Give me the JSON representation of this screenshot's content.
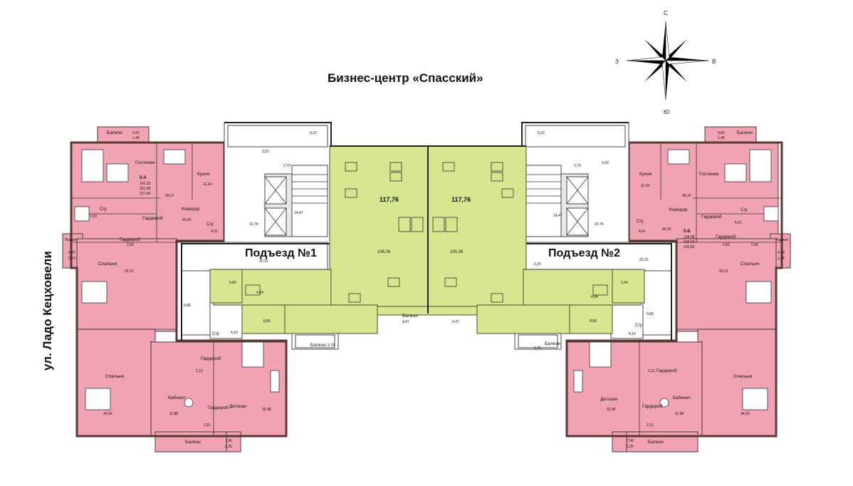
{
  "title": "Бизнес-центр «Спасский»",
  "street": "ул. Ладо Кецховели",
  "compass": {
    "north": "С",
    "south": "Ю",
    "west": "З",
    "east": "В"
  },
  "entrances": {
    "left": "Подъезд №1",
    "right": "Подъезд №2"
  },
  "apartments": {
    "left": {
      "name": "5-А",
      "areas": [
        "142,33",
        "221,58",
        "227,54"
      ]
    },
    "right": {
      "name": "5-Б",
      "areas": [
        "138,28",
        "216,74",
        "220,83"
      ]
    }
  },
  "offices": {
    "left_total": "117,76",
    "right_total": "117,76",
    "left_hall": "106,06",
    "right_hall": "100,06"
  },
  "labels": {
    "balcony": "Балкон",
    "living": "Гостиная",
    "kitchen": "Кухня",
    "corridor": "Коридор",
    "bedroom": "Спальня",
    "wardrobe": "Гардероб",
    "bath": "С/у",
    "study": "Кабинет",
    "nursery": "Детская",
    "loggia": "Лоджия"
  },
  "numbers_left": {
    "balcony_top": "4,81",
    "balcony_top2": "1,44",
    "living": "34,21",
    "kitchen": "11,64",
    "corridor": "40,65",
    "bath1": "7,60",
    "bath2": "4,01",
    "hall": "10,74",
    "lift": "14,47",
    "stair": "9,22",
    "s1": "3,52",
    "s2": "2,79",
    "gard1": "2,82",
    "loggia": "4,25",
    "loggia2": "2,13",
    "bed1": "29,13",
    "corr2": "20,31",
    "s3": "9,86",
    "s4": "5,84",
    "s5": "4,84",
    "s6": "4,16",
    "s7": "8,86",
    "bed2": "34,63",
    "gard2": "2,12",
    "study": "11,88",
    "gard3": "1,51",
    "nursery": "32,48",
    "balc_b": "7,96",
    "balc_b2": "2,39",
    "balc_mid": "3,76",
    "balc_c": "4,47"
  },
  "numbers_right": {
    "balcony_top": "4,81",
    "balcony_top2": "1,44",
    "living": "36,16",
    "kitchen": "11,64",
    "corridor": "40,65",
    "bath1": "5,61",
    "bath2": "4,01",
    "hall": "10,74",
    "lift": "14,47",
    "stair": "9,22",
    "s1": "3,56",
    "s2": "2,79",
    "gard1": "2,82",
    "gard1b": "0,96",
    "loggia": "4,18",
    "loggia2": "1,25",
    "bed1": "29,13",
    "corr2": "20,31",
    "s3": "9,86",
    "s4": "1,94",
    "s5": "4,84",
    "s6": "4,16",
    "s7": "8,58",
    "bed2": "34,63",
    "gard2": "2,12",
    "study": "11,88",
    "gard3": "1,51",
    "nursery": "32,48",
    "balc_b": "7,96",
    "balc_b2": "2,39",
    "balc_mid": "3,76",
    "balc_c": "4,47",
    "stair2": "3,29"
  },
  "colors": {
    "apartment": "#f2a3b3",
    "office": "#d6e68f",
    "wall": "#5a3a30"
  }
}
